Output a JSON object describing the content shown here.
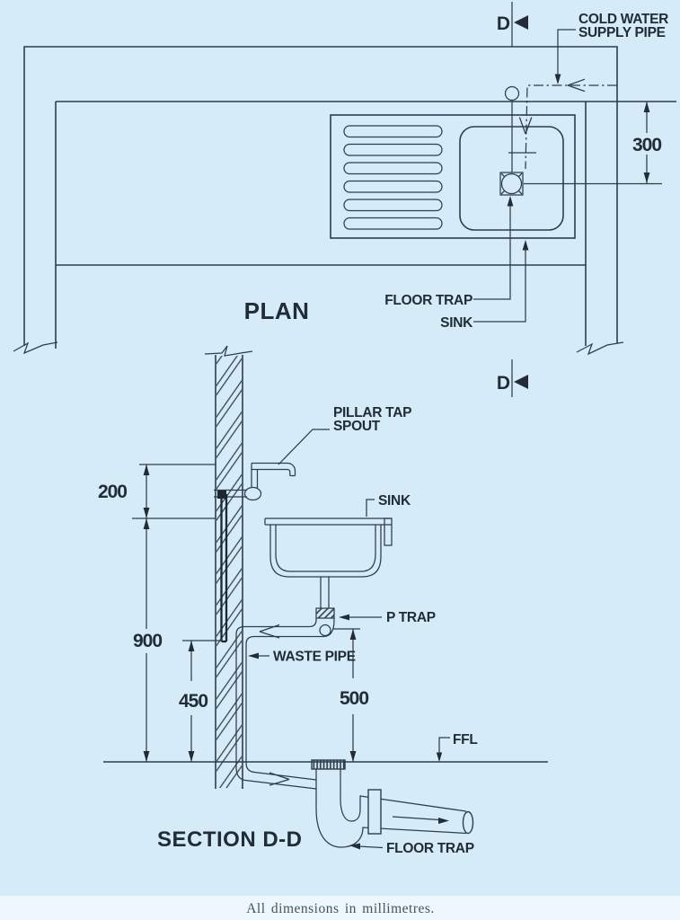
{
  "plan": {
    "title": "PLAN",
    "section_marker": "D",
    "cold_water_label": [
      "COLD WATER",
      "SUPPLY PIPE"
    ],
    "floor_trap_label": "FLOOR TRAP",
    "sink_label": "SINK",
    "dim_300": "300"
  },
  "section": {
    "title": "SECTION D-D",
    "section_marker": "D",
    "pillar_tap_label": [
      "PILLAR TAP",
      "SPOUT"
    ],
    "sink_label": "SINK",
    "p_trap_label": "P TRAP",
    "waste_pipe_label": "WASTE PIPE",
    "ffl_label": "FFL",
    "floor_trap_label": "FLOOR TRAP",
    "dim_200": "200",
    "dim_900": "900",
    "dim_450": "450",
    "dim_500": "500"
  },
  "footer": {
    "note": "All dimensions in millimetres."
  },
  "colors": {
    "background": "#d5ecf8",
    "line": "#2e3d4a",
    "text": "#212c36",
    "supply_pipe": "#1d2831",
    "footer_band": "#eef7fc"
  }
}
